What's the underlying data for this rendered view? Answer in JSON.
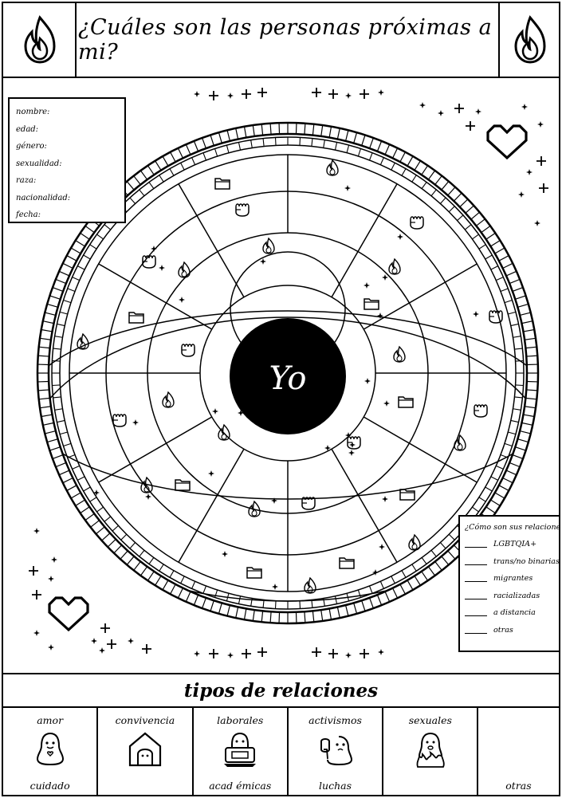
{
  "header": {
    "title": "¿Cuáles son las personas próximas a mi?"
  },
  "center_label": "Yo",
  "info_fields": [
    "nombre:",
    "edad:",
    "género:",
    "sexualidad:",
    "raza:",
    "nacionalidad:",
    "fecha:"
  ],
  "relations_box": {
    "question": "¿Cómo son sus relaciones?",
    "options": [
      "LGBTQIA+",
      "trans/no binarias",
      "migrantes",
      "racializadas",
      "a distancia",
      "otras"
    ]
  },
  "types_title": "tipos de relaciones",
  "types": [
    {
      "top": "amor",
      "bottom": "cuidado",
      "icon": "smiling-blob-heart-icon"
    },
    {
      "top": "convivencia",
      "bottom": "",
      "icon": "house-icon"
    },
    {
      "top": "laborales",
      "bottom": "acad émicas",
      "icon": "laptop-blob-icon"
    },
    {
      "top": "activismos",
      "bottom": "luchas",
      "icon": "fist-blob-icon"
    },
    {
      "top": "sexuales",
      "bottom": "",
      "icon": "flame-blob-icon"
    },
    {
      "top": "",
      "bottom": "otras",
      "icon": ""
    }
  ],
  "decor_icons": [
    "flame-icon",
    "folder-icon",
    "fist-icon",
    "sparkle-icon",
    "heart-icon"
  ]
}
